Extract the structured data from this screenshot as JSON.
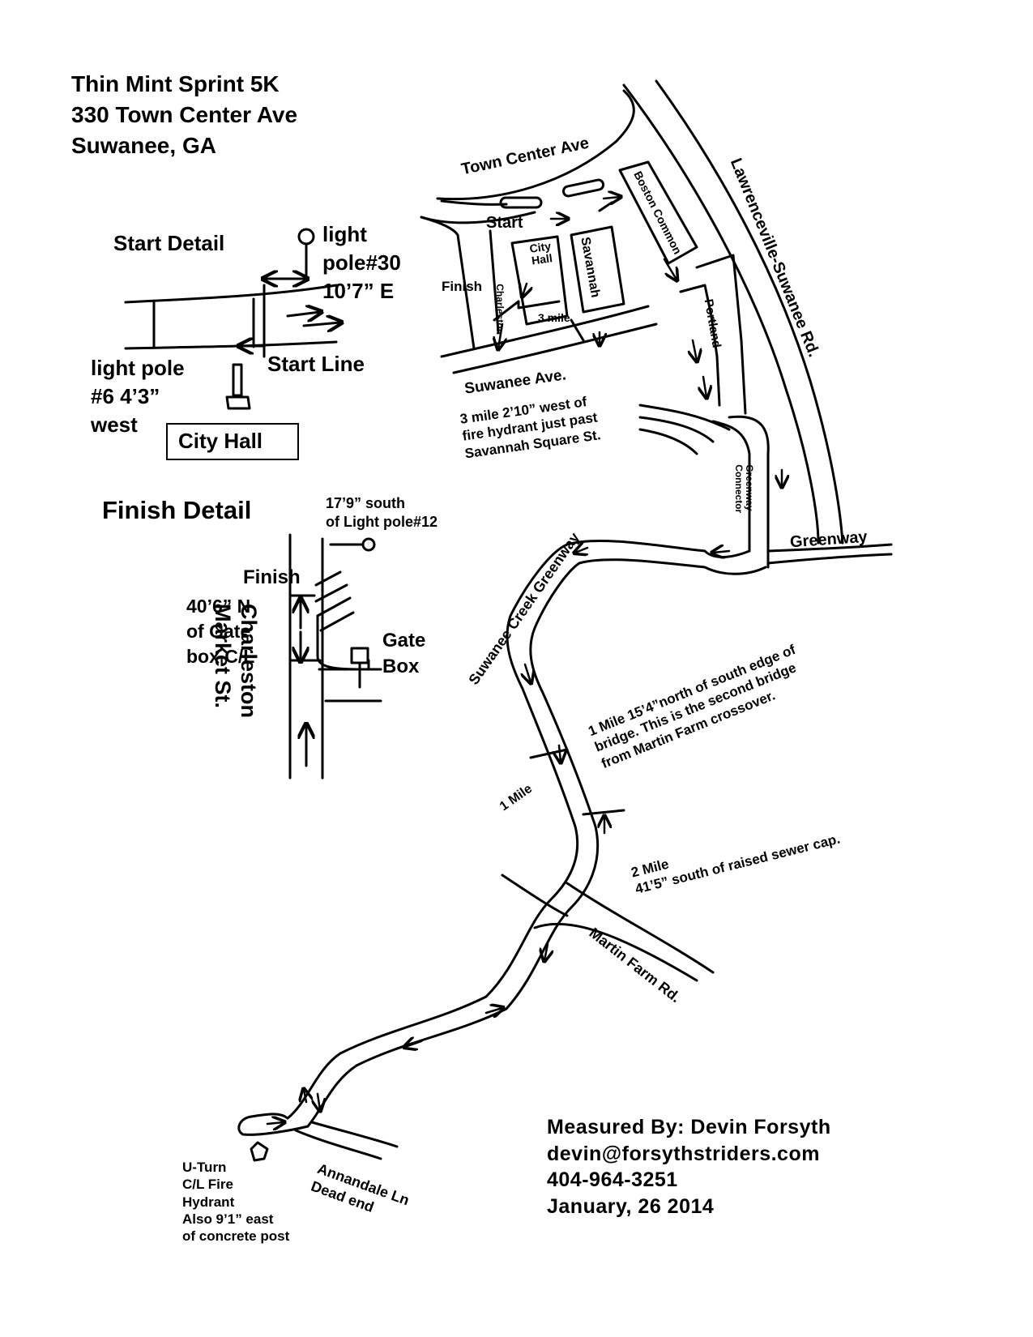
{
  "header": {
    "line1": "Thin Mint Sprint 5K",
    "line2": "330 Town Center Ave",
    "line3": "Suwanee, GA"
  },
  "start_detail": {
    "title": "Start Detail",
    "pole30_line1": "light",
    "pole30_line2": "pole#30",
    "pole30_line3": "10’7” E",
    "start_line": "Start Line",
    "pole6_line1": "light pole",
    "pole6_line2": "#6 4’3”",
    "pole6_line3": "west",
    "city_hall": "City Hall"
  },
  "finish_detail": {
    "title": "Finish Detail",
    "pole12_line1": "17’9” south",
    "pole12_line2": "of Light pole#12",
    "finish": "Finish",
    "gate_line1": "40’6” N",
    "gate_line2": "of Gate",
    "gate_line3": "box C/L",
    "gate_box_line1": "Gate",
    "gate_box_line2": "Box",
    "street_line1": "Charleston",
    "street_line2": "Market St."
  },
  "map_labels": {
    "town_center": "Town Center Ave",
    "start": "Start",
    "city_hall": "City Hall",
    "savannah": "Savannah",
    "boston_common": "Boston Common",
    "lawrenceville": "Lawrenceville-Suwanee Rd.",
    "finish": "Finish",
    "charleston": "Charleston",
    "three_mile": "3 mile",
    "portland": "Portland",
    "suwanee_ave": "Suwanee Ave.",
    "three_mile_note_1": "3 mile 2’10” west of",
    "three_mile_note_2": "fire hydrant just past",
    "three_mile_note_3": "Savannah Square St.",
    "greenway_connector_1": "Greenway",
    "greenway_connector_2": "Connector",
    "greenway": "Greenway",
    "suwanee_creek_greenway": "Suwanee Creek Greenway",
    "one_mile_note_1": "1 Mile 15’4”north of south edge of",
    "one_mile_note_2": "bridge. This is the second bridge",
    "one_mile_note_3": "from Martin Farm crossover.",
    "one_mile": "1 Mile",
    "two_mile_1": "2 Mile",
    "two_mile_2": "41’5” south of raised sewer cap.",
    "martin_farm": "Martin Farm Rd.",
    "annandale_1": "Annandale Ln",
    "annandale_2": "Dead end",
    "uturn_1": "U-Turn",
    "uturn_2": "C/L Fire",
    "uturn_3": "Hydrant",
    "uturn_4": "Also 9’1” east",
    "uturn_5": "of concrete post"
  },
  "measured": {
    "line1": "Measured By: Devin Forsyth",
    "line2": "devin@forsythstriders.com",
    "line3": "404-964-3251",
    "line4": "January, 26 2014"
  },
  "icons": [
    "light-pole-icon",
    "fire-hydrant-icon",
    "gate-box-icon",
    "direction-arrow-icon"
  ]
}
